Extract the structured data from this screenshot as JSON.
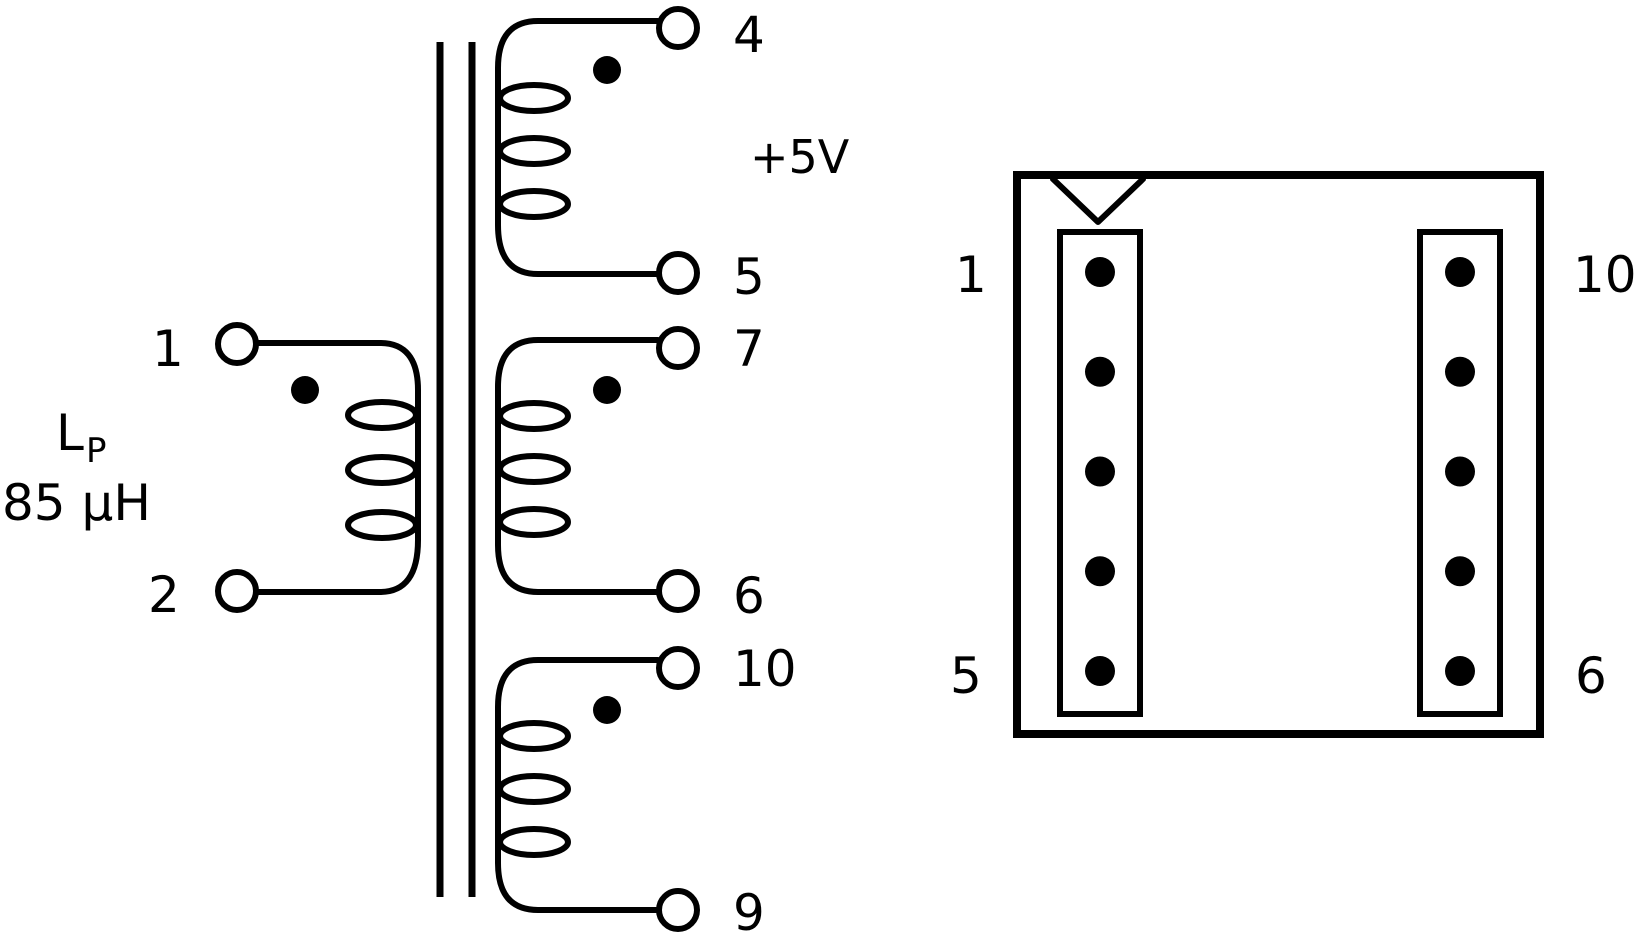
{
  "transformer": {
    "primary": {
      "pin_top": "1",
      "pin_bottom": "2",
      "inductance_symbol": "L",
      "inductance_subscript": "P",
      "inductance_value": "85 µH"
    },
    "secondaries": [
      {
        "pin_top": "4",
        "pin_bottom": "5",
        "voltage_label": "+5V"
      },
      {
        "pin_top": "7",
        "pin_bottom": "6"
      },
      {
        "pin_top": "10",
        "pin_bottom": "9"
      }
    ]
  },
  "package": {
    "left_top_pin": "1",
    "left_bottom_pin": "5",
    "right_top_pin": "10",
    "right_bottom_pin": "6",
    "pins_per_side": 5
  }
}
